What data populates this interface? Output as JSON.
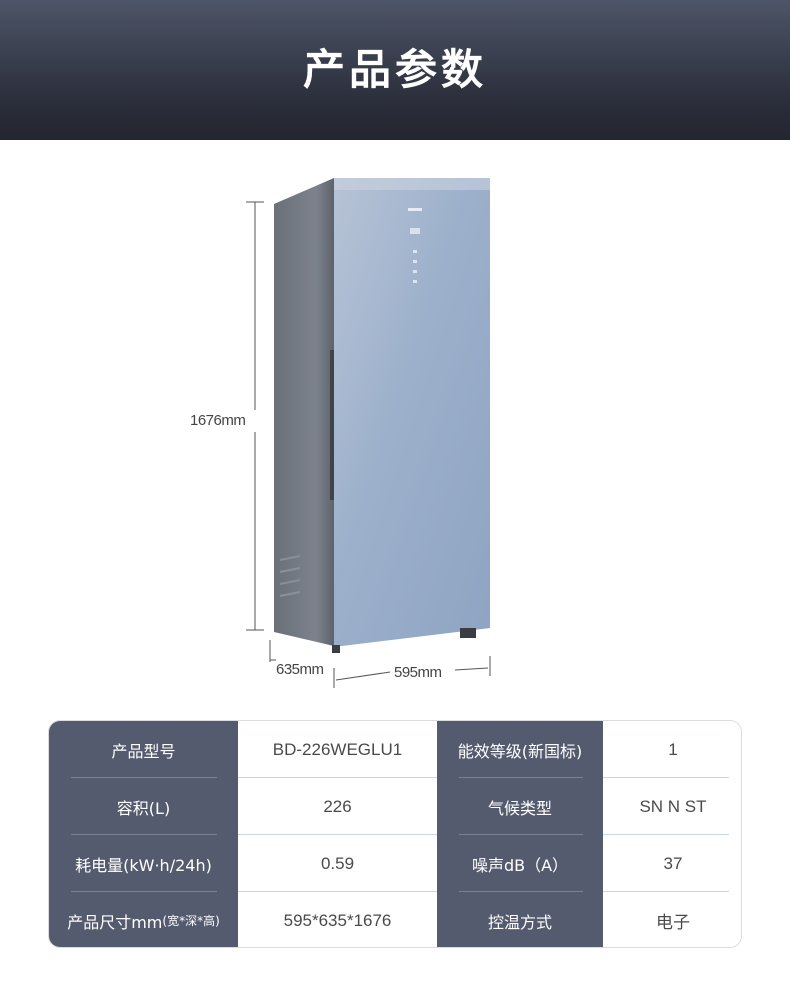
{
  "header": {
    "title": "产品参数"
  },
  "product": {
    "height_label": "1676mm",
    "depth_label": "635mm",
    "width_label": "595mm"
  },
  "specs": {
    "rows": [
      {
        "label1": "产品型号",
        "value1": "BD-226WEGLU1",
        "label2": "能效等级(新国标)",
        "value2": "1"
      },
      {
        "label1": "容积(L)",
        "value1": "226",
        "label2": "气候类型",
        "value2": "SN N ST"
      },
      {
        "label1": "耗电量(kW·h/24h)",
        "value1": "0.59",
        "label2": "噪声dB（A）",
        "value2": "37"
      },
      {
        "label1": "产品尺寸mm",
        "label1_suffix": "(宽*深*高)",
        "value1": "595*635*1676",
        "label2": "控温方式",
        "value2": "电子"
      }
    ]
  },
  "colors": {
    "header_bg": "#2c2f3c",
    "label_bg": "#555b6f",
    "door_glass": "#9fb2cc"
  }
}
